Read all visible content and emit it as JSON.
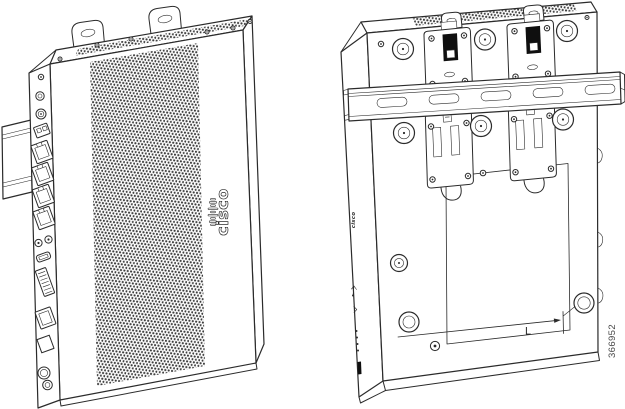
{
  "figure": {
    "number": "366952",
    "dimension_label": "L"
  },
  "brand": {
    "front_wordmark": "cisco",
    "side_wordmark": "cisco"
  },
  "colors": {
    "background": "#ffffff",
    "line": "#2b2b2b",
    "perforation_dot": "#3d3d3d",
    "latch": "#0f0f0f",
    "figure_number_text": "#4a4a4a"
  }
}
